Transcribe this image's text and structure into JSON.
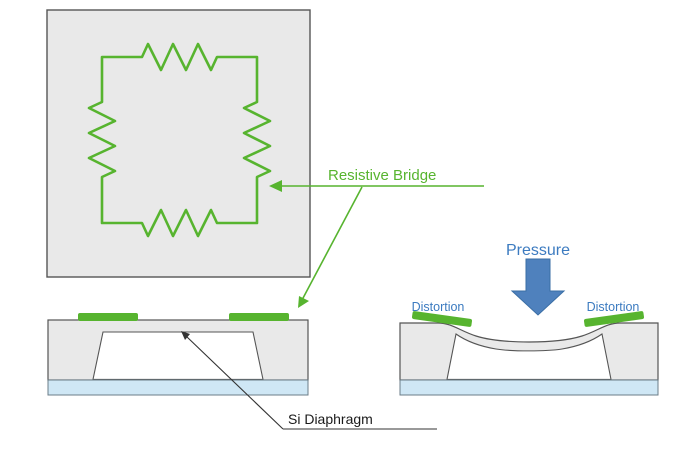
{
  "diagram": {
    "labels": {
      "resistive_bridge": "Resistive Bridge",
      "pressure": "Pressure",
      "distortion_left": "Distortion",
      "distortion_right": "Distortion",
      "si_diaphragm": "Si Diaphragm"
    },
    "colors": {
      "bridge_green": "#57b42f",
      "text_blue": "#3c7bc0",
      "arrow_blue": "#4f81bd",
      "body_gray": "#e9e9e9",
      "base_light_blue": "#cfe7f5",
      "outline_gray": "#555555",
      "label_black": "#1a1a1a"
    }
  }
}
